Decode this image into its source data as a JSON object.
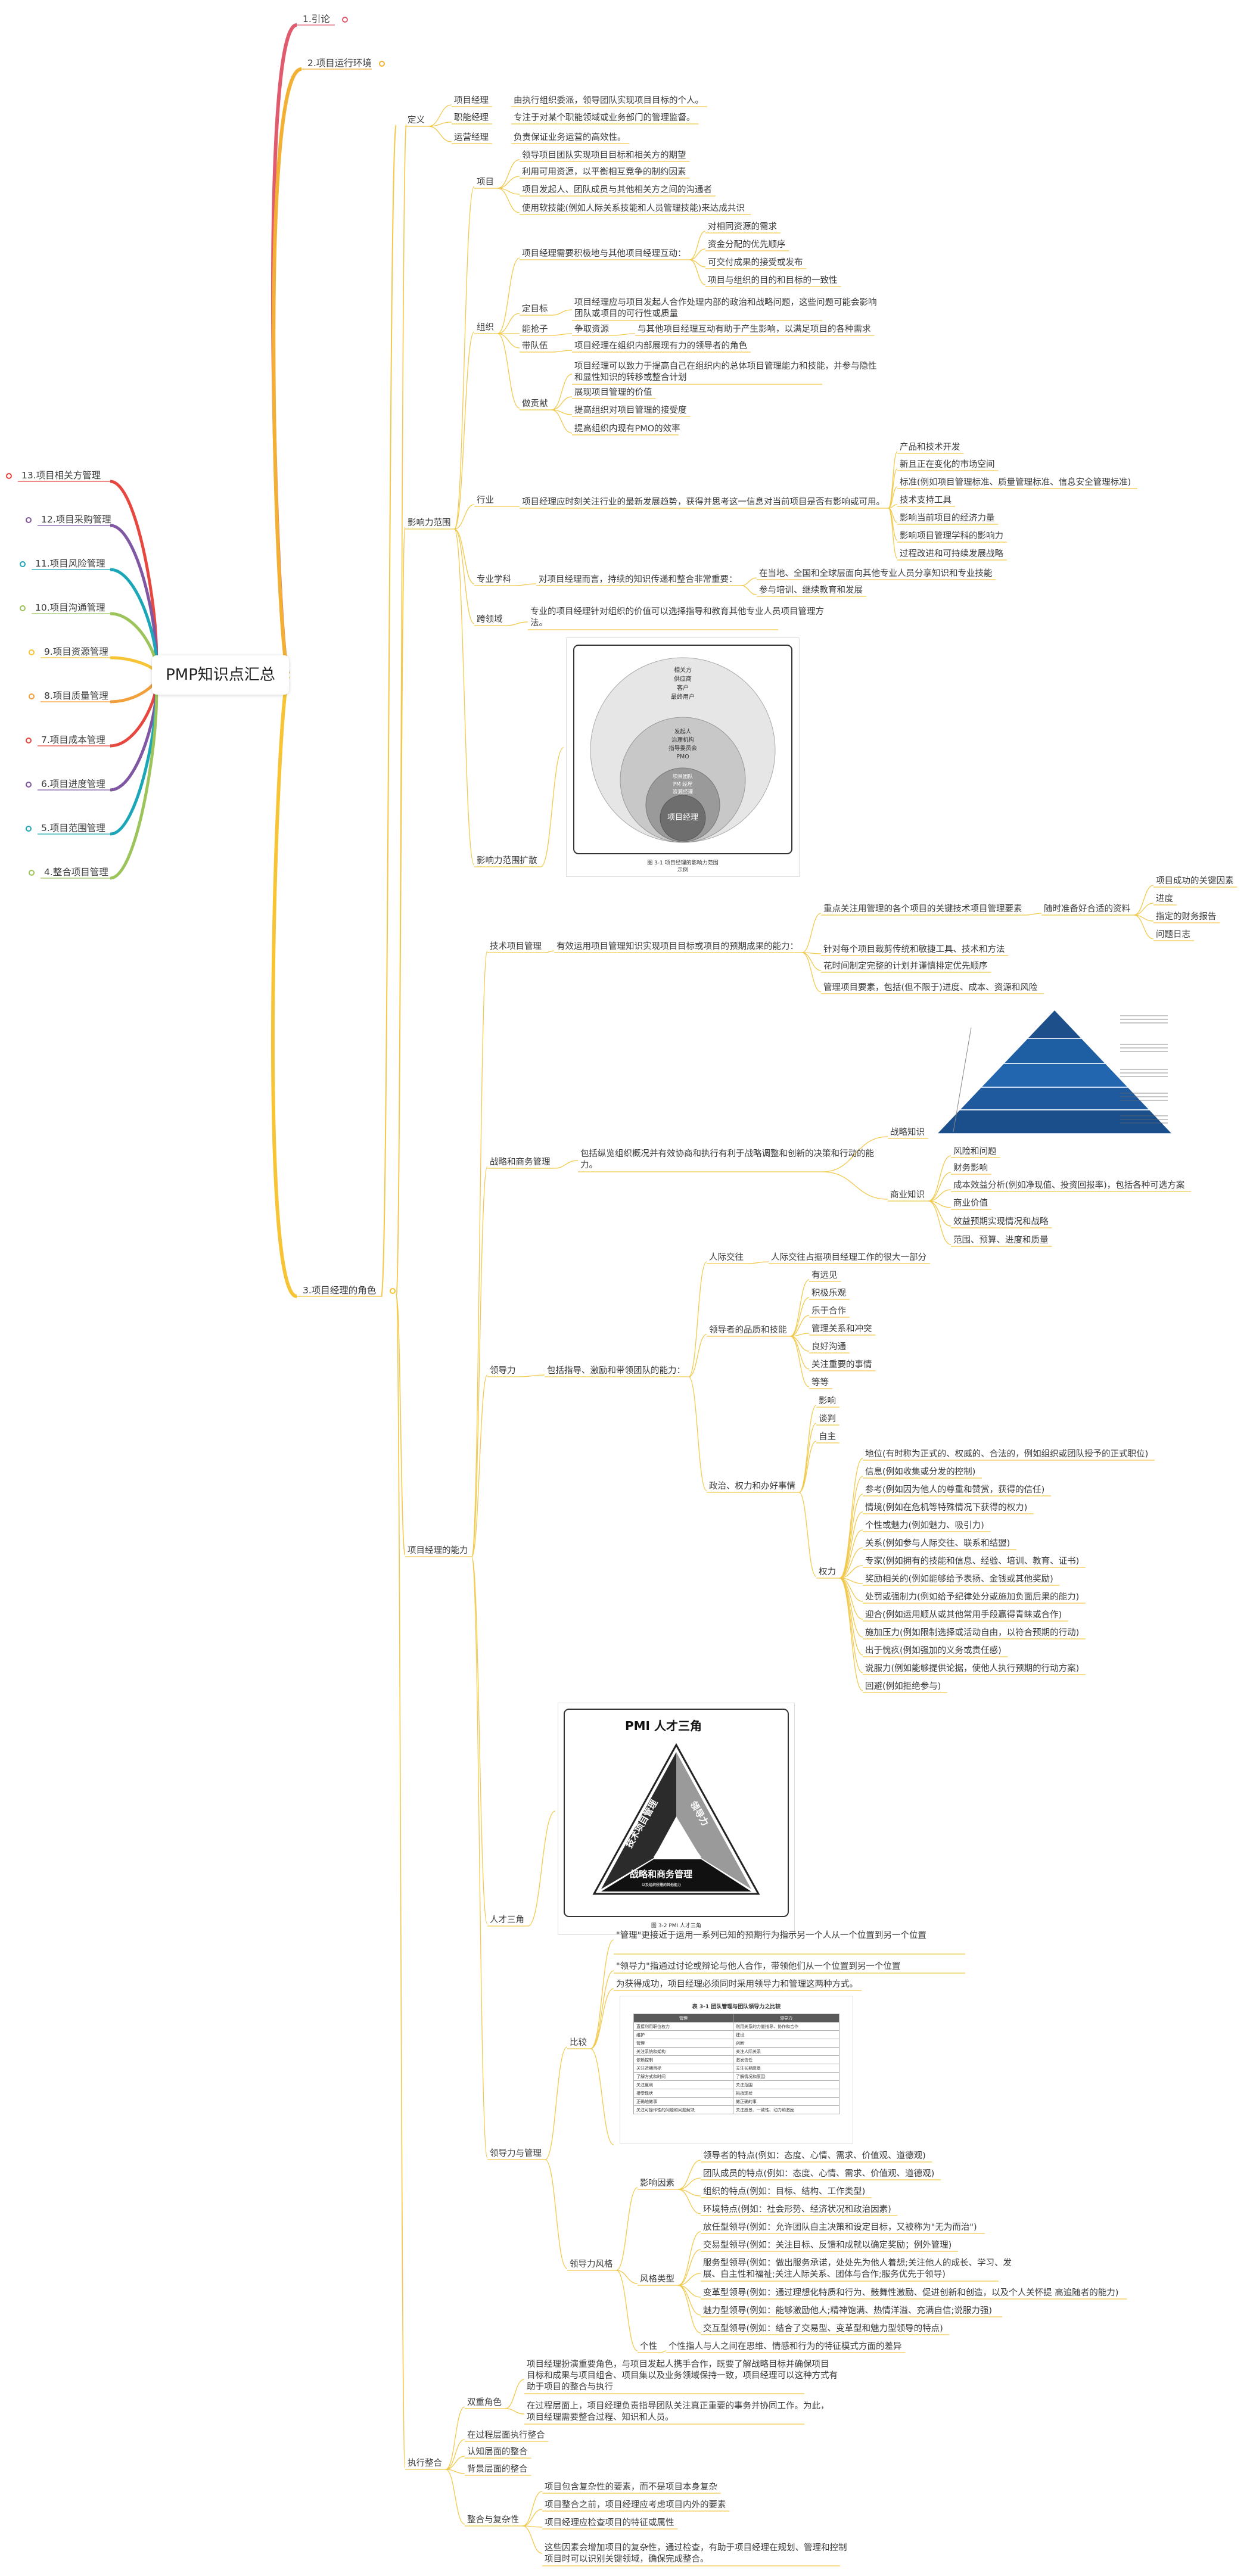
{
  "root": {
    "title": "PMP知识点汇总"
  },
  "colors": {
    "yellow": "#f7c436",
    "line": "#f2c94c"
  },
  "right_branches": [
    {
      "id": "b1",
      "label": "1.引论",
      "color": "#e05b6e"
    },
    {
      "id": "b2",
      "label": "2.项目运行环境",
      "color": "#f2b134"
    },
    {
      "id": "b3",
      "label": "3.项目经理的角色",
      "color": "#f7c436"
    }
  ],
  "left_branches": [
    {
      "label": "13.项目相关方管理",
      "color": "#e8473f"
    },
    {
      "label": "12.项目采购管理",
      "color": "#7f57a3"
    },
    {
      "label": "11.项目风险管理",
      "color": "#1ba7b8"
    },
    {
      "label": "10.项目沟通管理",
      "color": "#9cc45a"
    },
    {
      "label": "9.项目资源管理",
      "color": "#f7c436"
    },
    {
      "label": "8.项目质量管理",
      "color": "#f2a03b"
    },
    {
      "label": "7.项目成本管理",
      "color": "#e8473f"
    },
    {
      "label": "6.项目进度管理",
      "color": "#7f57a3"
    },
    {
      "label": "5.项目范围管理",
      "color": "#1ba7b8"
    },
    {
      "label": "4.整合项目管理",
      "color": "#9cc45a"
    }
  ],
  "definition": {
    "label": "定义",
    "items": [
      {
        "k": "项目经理",
        "v": "由执行组织委派，领导团队实现项目目标的个人。"
      },
      {
        "k": "职能经理",
        "v": "专注于对某个职能领域或业务部门的管理监督。"
      },
      {
        "k": "运营经理",
        "v": "负责保证业务运营的高效性。"
      }
    ]
  },
  "influence": {
    "label": "影响力范围",
    "project": {
      "label": "项目",
      "items": [
        "领导项目团队实现项目目标和相关方的期望",
        "利用可用资源，以平衡相互竞争的制约因素",
        "项目发起人、团队成员与其他相关方之间的沟通者",
        "使用软技能(例如人际关系技能和人员管理技能)来达成共识"
      ]
    },
    "org": {
      "label": "组织",
      "interact": {
        "label": "项目经理需要积极地与其他项目经理互动：",
        "items": [
          "对相同资源的需求",
          "资金分配的优先顺序",
          "可交付成果的接受或发布",
          "项目与组织的目的和目标的一致性"
        ]
      },
      "goal": {
        "label": "定目标",
        "text1": "项目经理应与项目发起人合作处理内部的政治和战略问题，这些问题可能会影响",
        "text2": "团队或项目的可行性或质量"
      },
      "pie": {
        "label": "能抢子",
        "text": "争取资源",
        "text2": "与其他项目经理互动有助于产生影响，以满足项目的各种需求"
      },
      "team": {
        "label": "带队伍",
        "text": "项目经理在组织内部展现有力的领导者的角色"
      },
      "contrib": {
        "label": "做贡献",
        "note1": "项目经理可以致力于提高自己在组织内的总体项目管理能力和技能，并参与隐性",
        "note2": "和显性知识的转移或整合计划",
        "items": [
          "展现项目管理的价值",
          "提高组织对项目管理的接受度",
          "提高组织内现有PMO的效率"
        ]
      }
    },
    "industry": {
      "label": "行业",
      "text": "项目经理应时刻关注行业的最新发展趋势，获得并思考这一信息对当前项目是否有影响或可用。",
      "items": [
        "产品和技术开发",
        "新且正在变化的市场空间",
        "标准(例如项目管理标准、质量管理标准、信息安全管理标准)",
        "技术支持工具",
        "影响当前项目的经济力量",
        "影响项目管理学科的影响力",
        "过程改进和可持续发展战略"
      ]
    },
    "pro": {
      "label": "专业学科",
      "text": "对项目经理而言，持续的知识传递和整合非常重要：",
      "items": [
        "在当地、全国和全球层面向其他专业人员分享知识和专业技能",
        "参与培训、继续教育和发展"
      ]
    },
    "cross": {
      "label": "跨领域",
      "text1": "专业的项目经理针对组织的价值可以选择指导和教育其他专业人员项目管理方",
      "text2": "法。"
    },
    "expand": {
      "label": "影响力范围扩散"
    }
  },
  "sphere_figure": {
    "outer": [
      "相关方",
      "供应商",
      "客户",
      "最终用户"
    ],
    "mid": [
      "发起人",
      "治理机构",
      "指导委员会",
      "PMO"
    ],
    "inner": [
      "项目团队",
      "PM 经理",
      "资源经理"
    ],
    "core": "项目经理",
    "caption": "图 3-1 项目经理的影响力范围示例"
  },
  "competence": {
    "label": "项目经理的能力",
    "tech": {
      "label": "技术项目管理",
      "text": "有效运用项目管理知识实现项目目标或项目的预期成果的能力：",
      "key": "重点关注用管理的各个项目的关键技术项目管理要素",
      "key2": "随时准备好合适的资料",
      "materials": [
        "项目成功的关键因素",
        "进度",
        "指定的财务报告",
        "问题日志"
      ],
      "items": [
        "针对每个项目裁剪传统和敏捷工具、技术和方法",
        "花时间制定完整的计划并谨慎排定优先顺序",
        "管理项目要素，包括(但不限于)进度、成本、资源和风险"
      ]
    },
    "strategy": {
      "label": "战略和商务管理",
      "text1": "包括纵览组织概况并有效协商和执行有利于战略调整和创新的决策和行动的能",
      "text2": "力。",
      "sk": "战略知识",
      "bk": "商业知识",
      "bitems": [
        "风险和问题",
        "财务影响",
        "成本效益分析(例如净现值、投资回报率)，包括各种可选方案",
        "商业价值",
        "效益预期实现情况和战略",
        "范围、预算、进度和质量"
      ]
    },
    "lead": {
      "label": "领导力",
      "text": "包括指导、激励和带领团队的能力：",
      "comm": {
        "label": "人际交往",
        "text": "人际交往占据项目经理工作的很大一部分"
      },
      "quality": {
        "label": "领导者的品质和技能",
        "items": [
          "有远见",
          "积极乐观",
          "乐于合作",
          "管理关系和冲突",
          "良好沟通",
          "关注重要的事情",
          "等等"
        ]
      },
      "politics": {
        "label": "政治、权力和办好事情",
        "a": [
          "影响",
          "谈判",
          "自主"
        ],
        "power": {
          "label": "权力",
          "items": [
            "地位(有时称为正式的、权威的、合法的，例如组织或团队授予的正式职位)",
            "信息(例如收集或分发的控制)",
            "参考(例如因为他人的尊重和赞赏，获得的信任)",
            "情境(例如在危机等特殊情况下获得的权力)",
            "个性或魅力(例如魅力、吸引力)",
            "关系(例如参与人际交往、联系和结盟)",
            "专家(例如拥有的技能和信息、经验、培训、教育、证书)",
            "奖励相关的(例如能够给予表扬、金钱或其他奖励)",
            "处罚或强制力(例如给予纪律处分或施加负面后果的能力)",
            "迎合(例如运用顺从或其他常用手段赢得青睐或合作)",
            "施加压力(例如限制选择或活动自由，以符合预期的行动)",
            "出于愧疚(例如强加的义务或责任感)",
            "说服力(例如能够提供论据，使他人执行预期的行动方案)",
            "回避(例如拒绝参与)"
          ]
        }
      }
    },
    "triangle": {
      "label": "人才三角",
      "title": "PMI 人才三角",
      "left": "技术项目管理",
      "right": "领导力",
      "bottom": "战略和商务管理",
      "sub": "以及组织所需的其他能力",
      "caption": "图 3-2 PMI 人才三角"
    },
    "lm": {
      "label": "领导力与管理",
      "compare": {
        "label": "比较",
        "items": [
          "\"管理\"更接近于运用一系列已知的预期行为指示另一个人从一个位置到另一个位置",
          "\"领导力\"指通过讨论或辩论与他人合作，带领他们从一个位置到另一个位置",
          "为获得成功，项目经理必须同时采用领导力和管理这两种方式。"
        ]
      },
      "table": {
        "title": "表 3-1 团队管理与团队领导力之比较",
        "head": [
          "管理",
          "领导力"
        ],
        "rows": [
          [
            "直接利用职位权力",
            "利用关系的力量指导、协作和合作"
          ],
          [
            "维护",
            "建设"
          ],
          [
            "管理",
            "创新"
          ],
          [
            "关注系统和架构",
            "关注人际关系"
          ],
          [
            "依赖控制",
            "激发信任"
          ],
          [
            "关注近期目标",
            "关注长期愿景"
          ],
          [
            "了解方式和时间",
            "了解情况和原因"
          ],
          [
            "关注赢利",
            "关注范围"
          ],
          [
            "接受现状",
            "挑战现状"
          ],
          [
            "正确地做事",
            "做正确的事"
          ],
          [
            "关注可操作性的问题和问题解决",
            "关注愿景、一致性、动力和激励"
          ]
        ]
      },
      "style": {
        "label": "领导力风格",
        "factor": {
          "label": "影响因素",
          "items": [
            "领导者的特点(例如：态度、心情、需求、价值观、道德观)",
            "团队成员的特点(例如：态度、心情、需求、价值观、道德观)",
            "组织的特点(例如：目标、结构、工作类型)",
            "环境特点(例如：社会形势、经济状况和政治因素)"
          ]
        },
        "types": {
          "label": "风格类型",
          "items": [
            "放任型领导(例如：允许团队自主决策和设定目标，又被称为\"无为而治\")",
            "交易型领导(例如：关注目标、反馈和成就以确定奖励；例外管理)",
            "服务型领导(例如：做出服务承诺，处处先为他人着想;关注他人的成长、学习、发",
            "展、自主性和福祉;关注人际关系、团体与合作;服务优先于领导)",
            "变革型领导(例如：通过理想化特质和行为、鼓舞性激励、促进创新和创造，以及个人关怀提 高追随者的能力)",
            "魅力型领导(例如：能够激励他人;精神饱满、热情洋溢、充满自信;说服力强)",
            "交互型领导(例如：结合了交易型、变革型和魅力型领导的特点)"
          ]
        },
        "personality": {
          "label": "个性",
          "text": "个性指人与人之间在思维、情感和行为的特征模式方面的差异"
        }
      }
    }
  },
  "exec": {
    "label": "执行整合",
    "double": {
      "label": "双重角色",
      "t1": "项目经理扮演重要角色，与项目发起人携手合作，既要了解战略目标并确保项目",
      "t2": "目标和成果与项目组合、项目集以及业务领域保持一致，项目经理可以这种方式有",
      "t3": "助于项目的整合与执行",
      "t4": "在过程层面上，项目经理负责指导团队关注真正重要的事务并协同工作。为此，",
      "t5": "项目经理需要整合过程、知识和人员。"
    },
    "proc": "在过程层面执行整合",
    "cog": "认知层面的整合",
    "bg": "背景层面的整合",
    "complex": {
      "label": "整合与复杂性",
      "items": [
        "项目包含复杂性的要素，而不是项目本身复杂",
        "项目整合之前，项目经理应考虑项目内外的要素",
        "项目经理应检查项目的特征或属性",
        "这些因素会增加项目的复杂性，通过检查，有助于项目经理在规划、管理和控制",
        "项目时可以识别关键领域，确保完成整合。"
      ]
    }
  }
}
